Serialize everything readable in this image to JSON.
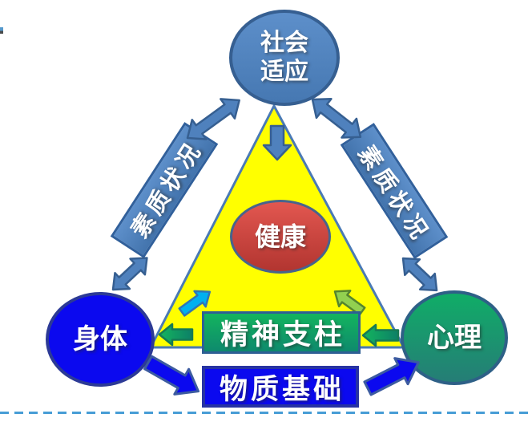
{
  "diagram": {
    "nodes": {
      "social": {
        "line1": "社会",
        "line2": "适应"
      },
      "health": {
        "label": "健康"
      },
      "body": {
        "label": "身体"
      },
      "mind": {
        "label": "心理"
      },
      "quality_left": {
        "label": "素质状况"
      },
      "quality_right": {
        "label": "素质状况"
      },
      "spirit": {
        "label": "精神支柱"
      },
      "material": {
        "label": "物质基础"
      }
    },
    "colors": {
      "accent_blue": "#4f81bd",
      "accent_blue_dark": "#365f91",
      "bright_blue": "#0b09ef",
      "bright_blue_outline": "#3c5ba0",
      "box_border_navy": "#2733a3",
      "triangle_yellow": "#ffff00",
      "triangle_border": "#4a7ab5",
      "health_red_top": "#e25750",
      "health_red_bottom": "#b23530",
      "green_top": "#13b45e",
      "green_bottom": "#0e8a6d",
      "cyan": "#00b0f0",
      "cyan_outline": "#2e75b6",
      "yellow_green": "#92d050",
      "yellow_green_outline": "#55852e",
      "green_arrow_outline": "#177a54",
      "dashed_line": "#479dd6"
    }
  }
}
